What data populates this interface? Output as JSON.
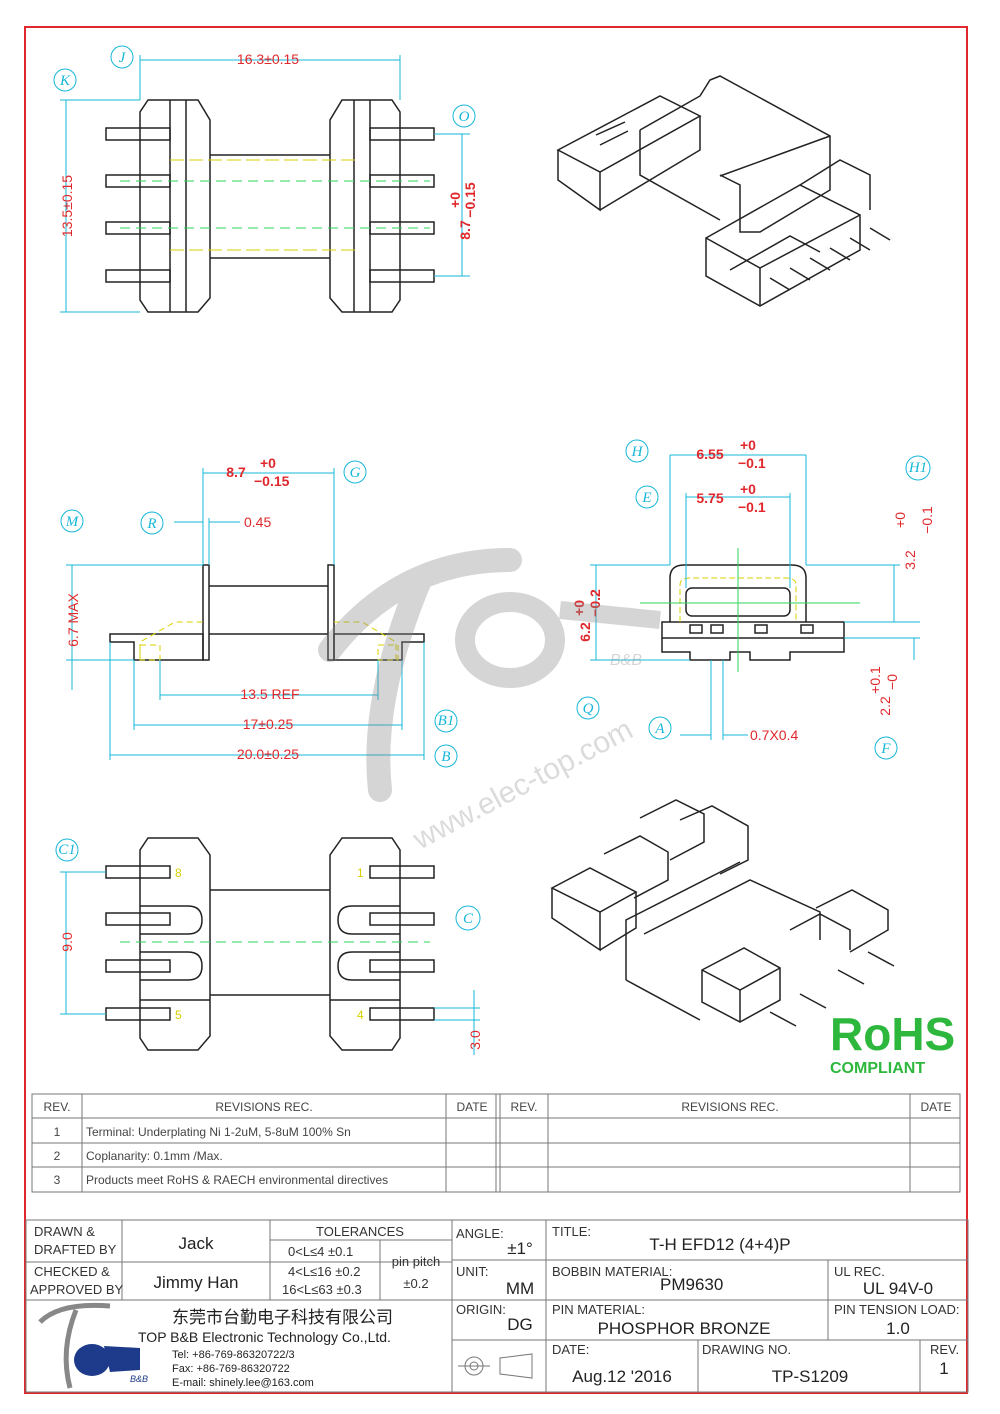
{
  "top_view": {
    "dim_width": "16.3±0.15",
    "dim_height": "13.5±0.15",
    "dim_pin_span": "8.7",
    "dim_pin_span_tol_plus": "+0",
    "dim_pin_span_tol_minus": "−0.15",
    "labels": [
      "J",
      "K",
      "O"
    ]
  },
  "side_view": {
    "dim_g_value": "8.7",
    "dim_g_tol_plus": "+0",
    "dim_g_tol_minus": "−0.15",
    "dim_r": "0.45",
    "dim_max_height": "6.7 MAX",
    "dim_ref": "13.5 REF",
    "dim_b1": "17±0.25",
    "dim_b": "20.0±0.25",
    "labels": [
      "G",
      "M",
      "R",
      "B1",
      "B"
    ]
  },
  "end_view": {
    "dim_h_value": "6.55",
    "dim_h_tol_plus": "+0",
    "dim_h_tol_minus": "−0.1",
    "dim_e_value": "5.75",
    "dim_e_tol_plus": "+0",
    "dim_e_tol_minus": "−0.1",
    "dim_h1": "3.2",
    "dim_h1_tol_plus": "+0",
    "dim_h1_tol_minus": "−0.1",
    "dim_q_value": "6.2",
    "dim_q_tol_plus": "+0",
    "dim_q_tol_minus": "−0.2",
    "dim_f": "2.2",
    "dim_f_tol_plus": "+0.1",
    "dim_f_tol_minus": "−0",
    "dim_pin": "0.7X0.4",
    "labels": [
      "H",
      "E",
      "H1",
      "Q",
      "A",
      "F"
    ]
  },
  "bottom_view": {
    "dim_c1": "9.0",
    "dim_c": "3.0",
    "pin_numbers": [
      "8",
      "5",
      "1",
      "4"
    ],
    "labels": [
      "C1",
      "C"
    ]
  },
  "watermark": {
    "url": "www.elec-top.com",
    "logo_sub": "B&B"
  },
  "rohs": {
    "title": "RoHS",
    "subtitle": "COMPLIANT",
    "color": "#2db83d"
  },
  "revisions": {
    "headers": [
      "REV.",
      "REVISIONS   REC.",
      "DATE",
      "REV.",
      "REVISIONS   REC.",
      "DATE"
    ],
    "rows": [
      {
        "rev": "1",
        "text": "Terminal: Underplating Ni 1-2uM, 5-8uM 100% Sn",
        "date": ""
      },
      {
        "rev": "2",
        "text": "Coplanarity: 0.1mm  /Max.",
        "date": ""
      },
      {
        "rev": "3",
        "text": "Products  meet  RoHS  &  RAECH  environmental  directives",
        "date": ""
      }
    ]
  },
  "title_block": {
    "drawn_label": "DRAWN &\nDRAFTED BY",
    "drawn_line1": "DRAWN &",
    "drawn_line2": "DRAFTED BY",
    "drawn_by": "Jack",
    "checked_line1": "CHECKED &",
    "checked_line2": "APPROVED BY",
    "approved_by": "Jimmy Han",
    "tolerances_label": "TOLERANCES",
    "tol_1": "0<L≤4   ±0.1",
    "tol_2": "4<L≤16  ±0.2",
    "tol_3": "16<L≤63  ±0.3",
    "pin_pitch_label": "pin pitch",
    "pin_pitch_value": "±0.2",
    "angle_label": "ANGLE:",
    "angle_value": "±1°",
    "unit_label": "UNIT:",
    "unit_value": "MM",
    "origin_label": "ORIGIN:",
    "origin_value": "DG",
    "title_label": "TITLE:",
    "title_value": "T-H EFD12 (4+4)P",
    "bobbin_label": "BOBBIN MATERIAL:",
    "bobbin_value": "PM9630",
    "ul_label": "UL REC.",
    "ul_value": "UL 94V-0",
    "pin_material_label": "PIN MATERIAL:",
    "pin_material_value": "PHOSPHOR BRONZE",
    "pin_tension_label": "PIN TENSION LOAD:",
    "pin_tension_value": "1.0",
    "date_label": "DATE:",
    "date_value": "Aug.12 '2016",
    "drawing_no_label": "DRAWING NO.",
    "drawing_no_value": "TP-S1209",
    "rev_label": "REV.",
    "rev_value": "1",
    "company_cn": "东莞市台勤电子科技有限公司",
    "company_en": "TOP B&B Electronic Technology Co.,Ltd.",
    "tel": "Tel: +86-769-86320722/3",
    "fax": "Fax: +86-769-86320722",
    "email": "E-mail: shinely.lee@163.com",
    "logo_sub": "B&B"
  }
}
